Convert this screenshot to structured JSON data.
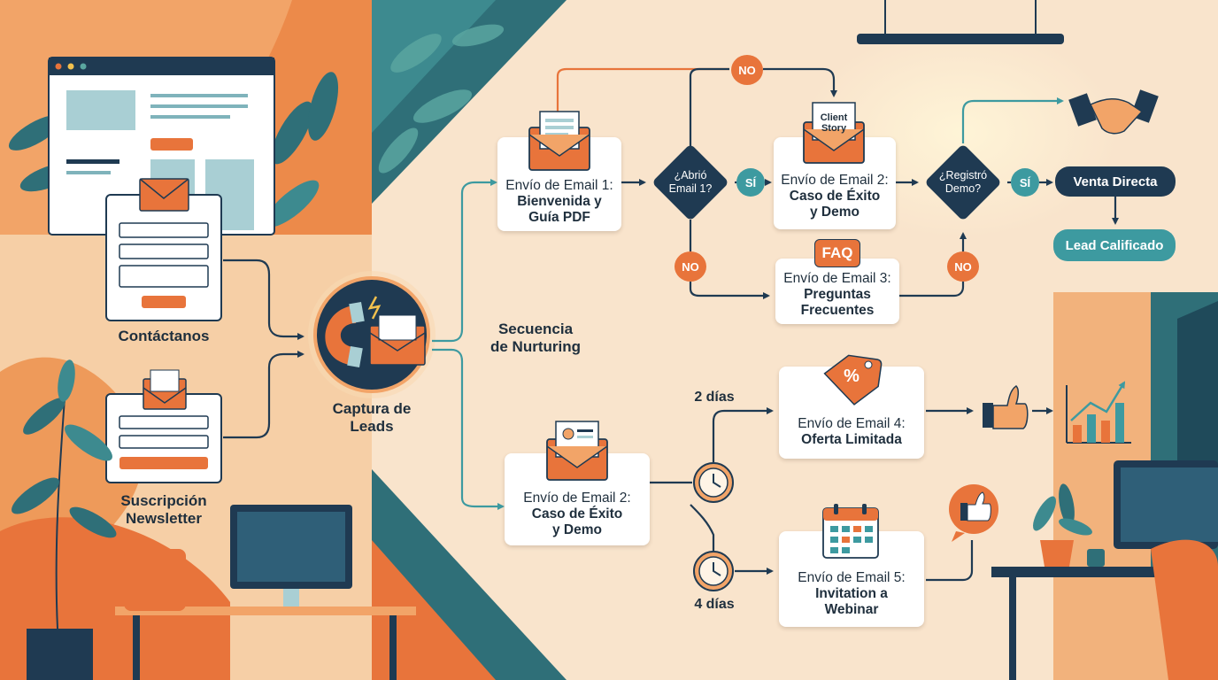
{
  "sources": {
    "contact_label": "Contáctanos",
    "newsletter_label": "Suscripción\nNewsletter"
  },
  "capture": {
    "label": "Captura de\nLeads"
  },
  "nurturing": {
    "label": "Secuencia\nde Nurturing"
  },
  "email1": {
    "line1": "Envío de Email 1:",
    "line2": "Bienvenida y",
    "line3": "Guía PDF"
  },
  "decision1": {
    "label": "¿Abrió\nEmail 1?"
  },
  "email2_top": {
    "line1": "Envío de Email 2:",
    "line2": "Caso de Éxito",
    "line3": "y Demo",
    "icon_label": "Client\nStory"
  },
  "decision2": {
    "label": "¿Registró\nDemo?"
  },
  "email3": {
    "line1": "Envío de Email 3:",
    "line2": "Preguntas",
    "line3": "Frecuentes",
    "icon_label": "FAQ"
  },
  "outcomes": {
    "direct_sale": "Venta Directa",
    "qualified_lead": "Lead Calificado"
  },
  "email2_bottom": {
    "line1": "Envío de Email 2:",
    "line2": "Caso de Éxito",
    "line3": "y Demo"
  },
  "email4": {
    "line1": "Envío de Email 4:",
    "line2": "Oferta Limitada",
    "icon_label": "%"
  },
  "email5": {
    "line1": "Envío de Email 5:",
    "line2": "Invitation a",
    "line3": "Webinar"
  },
  "delays": {
    "two_days": "2 días",
    "four_days": "4 días"
  },
  "badges": {
    "no": "NO",
    "yes": "SÍ"
  },
  "colors": {
    "orange": "#e8743b",
    "teal": "#3d9aa0",
    "navy": "#1f3a52",
    "peach_bg": "#f9e4cc"
  }
}
